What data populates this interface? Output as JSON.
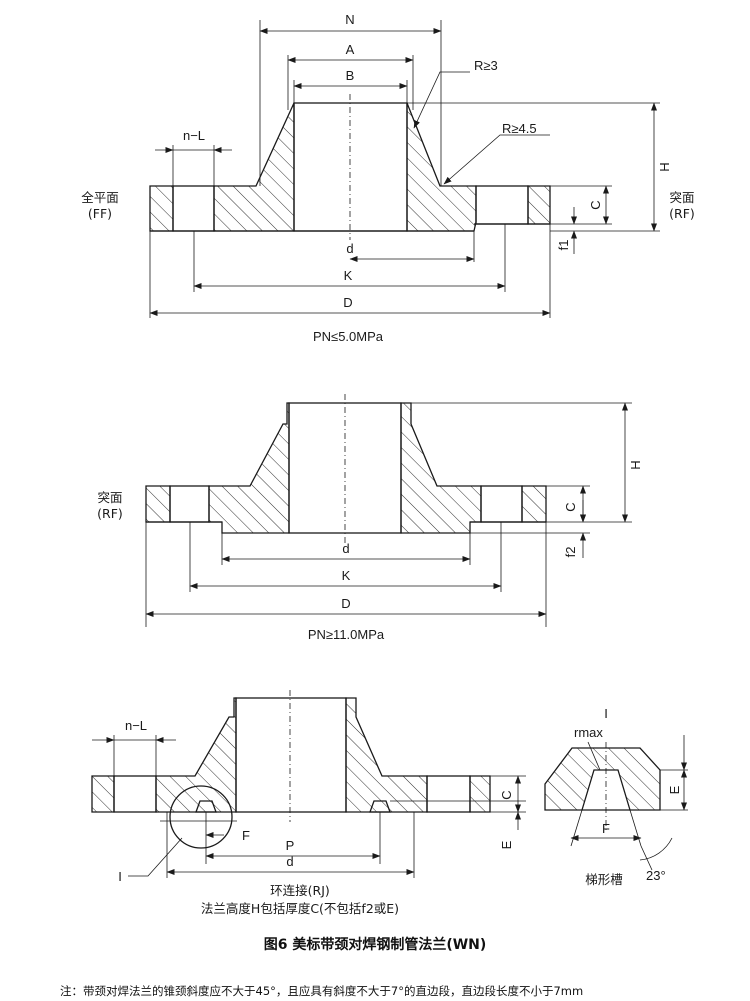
{
  "view1": {
    "dims": {
      "N": "N",
      "A": "A",
      "B": "B",
      "nL": "n−L",
      "R3": "R≥3",
      "R45": "R≥4.5",
      "H": "H",
      "C": "C",
      "f1": "f1",
      "d": "d",
      "K": "K",
      "D": "D"
    },
    "left_face": {
      "line1": "全平面",
      "line2": "(FF)"
    },
    "right_face": {
      "line1": "突面",
      "line2": "(RF)"
    },
    "pressure": "PN≤5.0MPa"
  },
  "view2": {
    "dims": {
      "H": "H",
      "C": "C",
      "f2": "f2",
      "d": "d",
      "K": "K",
      "D": "D"
    },
    "left_face": {
      "line1": "突面",
      "line2": "(RF)"
    },
    "pressure": "PN≥11.0MPa"
  },
  "view3": {
    "dims": {
      "nL": "n−L",
      "C": "C",
      "E": "E",
      "F": "F",
      "P": "P",
      "d": "d",
      "I": "I"
    },
    "rj_label": "环连接(RJ)",
    "height_note": "法兰高度H包括厚度C(不包括f2或E)"
  },
  "detail": {
    "dims": {
      "rmax": "rmax",
      "I": "I",
      "E": "E",
      "F": "F",
      "angle": "23°"
    },
    "groove_label": "梯形槽"
  },
  "figure_caption": "图6  美标带颈对焊钢制管法兰(WN)",
  "note": "注：带颈对焊法兰的锥颈斜度应不大于45°，且应具有斜度不大于7°的直边段，直边段长度不小于7mm"
}
